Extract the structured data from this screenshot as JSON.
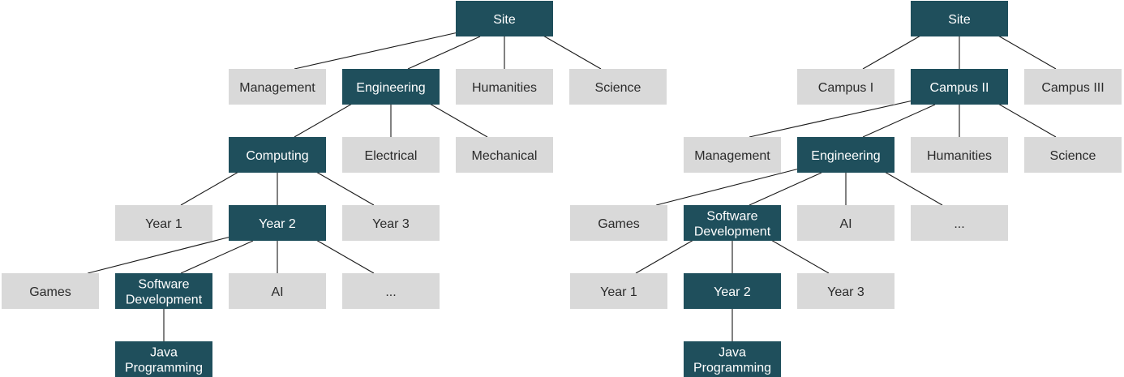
{
  "colors": {
    "highlighted_fill": "#1f4f5c",
    "highlighted_text": "#ffffff",
    "normal_fill": "#d9d9d9",
    "normal_text": "#2b2b2b",
    "connector": "#1a1a1a"
  },
  "left_tree": {
    "site": [
      "Site"
    ],
    "management": [
      "Management"
    ],
    "engineering": [
      "Engineering"
    ],
    "humanities": [
      "Humanities"
    ],
    "science": [
      "Science"
    ],
    "computing": [
      "Computing"
    ],
    "electrical": [
      "Electrical"
    ],
    "mechanical": [
      "Mechanical"
    ],
    "year1": [
      "Year 1"
    ],
    "year2": [
      "Year 2"
    ],
    "year3": [
      "Year 3"
    ],
    "games": [
      "Games"
    ],
    "software_dev": [
      "Software",
      "Development"
    ],
    "ai": [
      "AI"
    ],
    "more": [
      "..."
    ],
    "java": [
      "Java",
      "Programming"
    ]
  },
  "right_tree": {
    "site": [
      "Site"
    ],
    "campus1": [
      "Campus I"
    ],
    "campus2": [
      "Campus II"
    ],
    "campus3": [
      "Campus III"
    ],
    "management": [
      "Management"
    ],
    "engineering": [
      "Engineering"
    ],
    "humanities": [
      "Humanities"
    ],
    "science": [
      "Science"
    ],
    "games": [
      "Games"
    ],
    "software_dev": [
      "Software",
      "Development"
    ],
    "ai": [
      "AI"
    ],
    "more": [
      "..."
    ],
    "year1": [
      "Year 1"
    ],
    "year2": [
      "Year 2"
    ],
    "year3": [
      "Year 3"
    ],
    "java": [
      "Java",
      "Programming"
    ]
  }
}
